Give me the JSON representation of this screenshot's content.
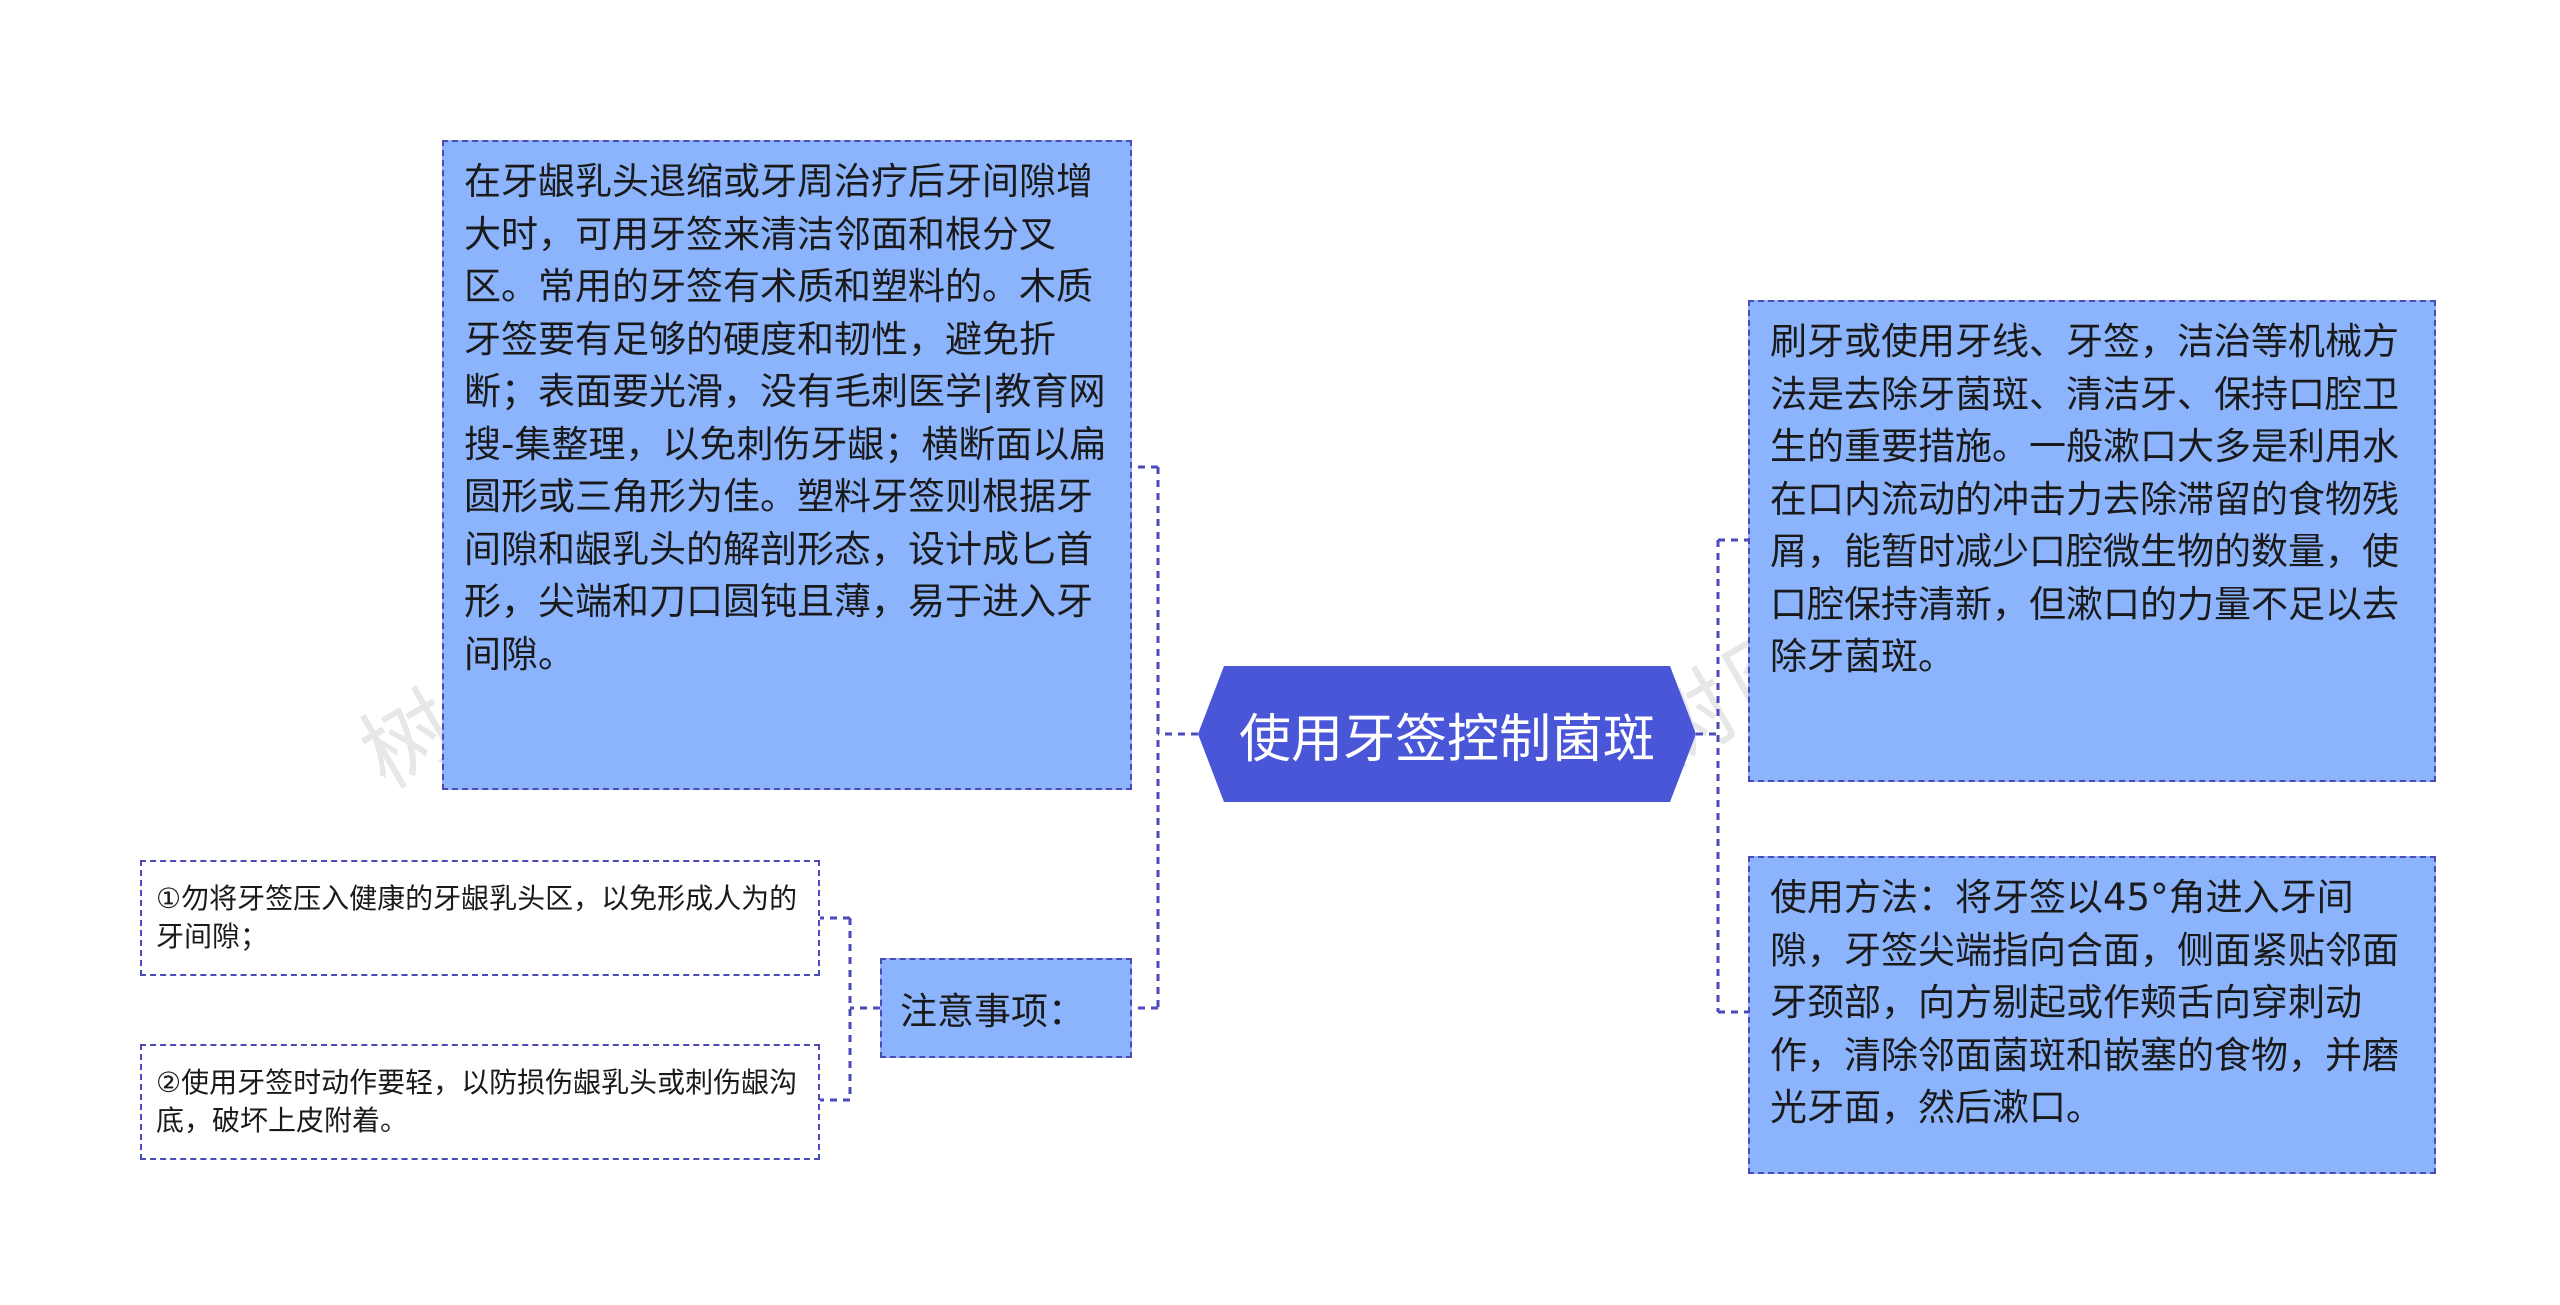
{
  "center": {
    "title": "使用牙签控制菌斑"
  },
  "left_top": {
    "text": "在牙龈乳头退缩或牙周治疗后牙间隙增大时，可用牙签来清洁邻面和根分叉区。常用的牙签有术质和塑料的。木质牙签要有足够的硬度和韧性，避免折断；表面要光滑，没有毛刺医学|教育网搜-集整理，以免刺伤牙龈；横断面以扁圆形或三角形为佳。塑料牙签则根据牙间隙和龈乳头的解剖形态，设计成匕首形，尖端和刀口圆钝且薄，易于进入牙间隙。"
  },
  "notes": {
    "label": "注意事项：",
    "items": [
      "①勿将牙签压入健康的牙龈乳头区，以免形成人为的牙间隙；",
      "②使用牙签时动作要轻，以防损伤龈乳头或刺伤龈沟底，破坏上皮附着。"
    ]
  },
  "right_top": {
    "text": "刷牙或使用牙线、牙签，洁治等机械方法是去除牙菌斑、清洁牙、保持口腔卫生的重要措施。一般漱口大多是利用水在口内流动的冲击力去除滞留的食物残屑，能暂时减少口腔微生物的数量，使口腔保持清新，但漱口的力量不足以去除牙菌斑。"
  },
  "right_bottom": {
    "text": "使用方法：将牙签以45°角进入牙间隙，牙签尖端指向合面，侧面紧贴邻面牙颈部，向方剔起或作颊舌向穿刺动作，清除邻面菌斑和嵌塞的食物，并磨光牙面，然后漱口。"
  },
  "watermark": "树图 shutu.cn",
  "colors": {
    "center_fill": "#4a56d8",
    "node_fill": "#8cb4fc",
    "border": "#4a4ab8",
    "small_fill": "#ffffff"
  }
}
